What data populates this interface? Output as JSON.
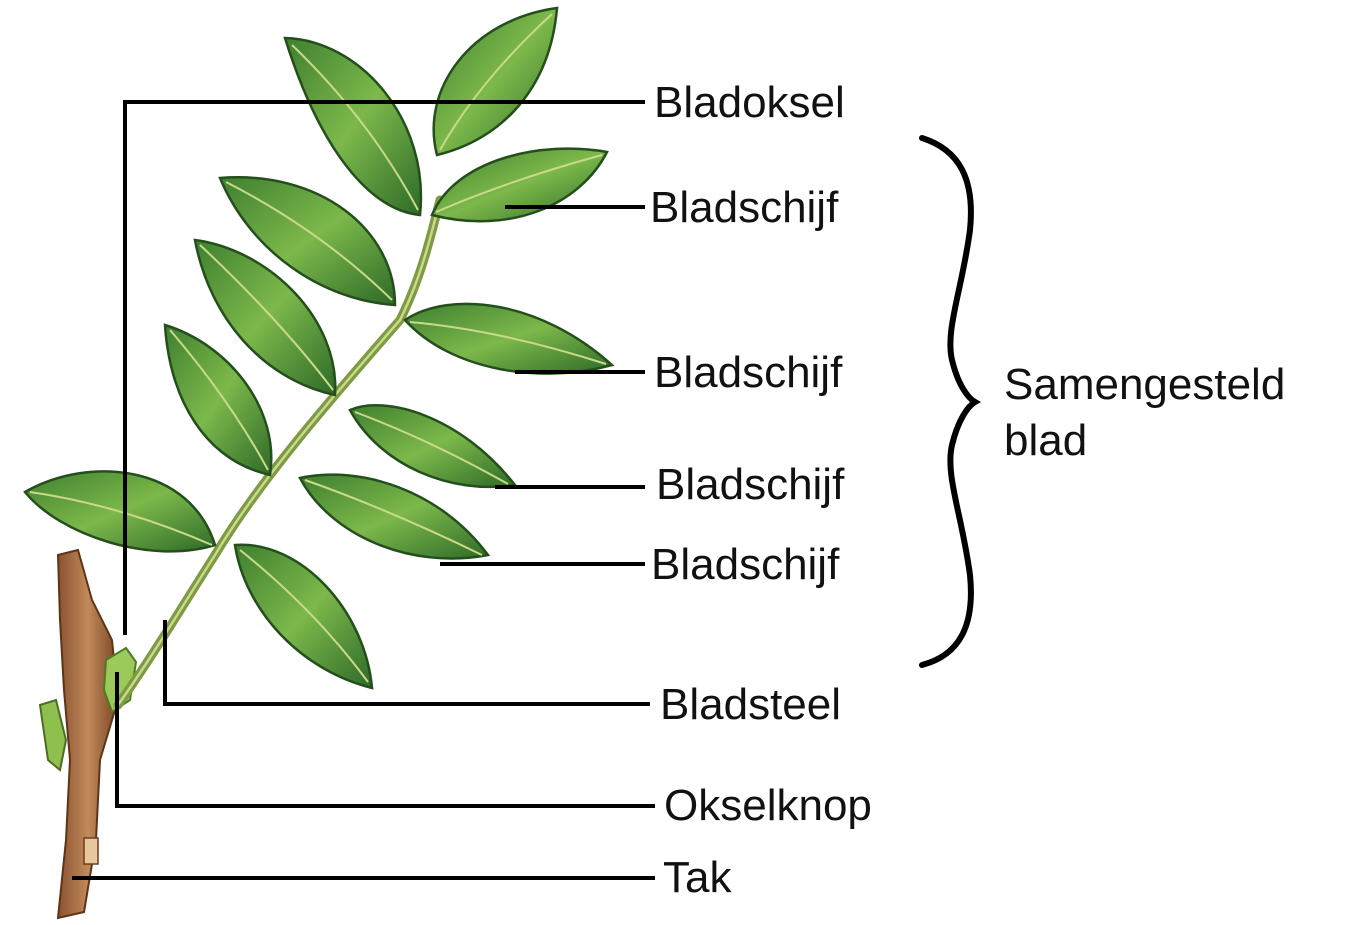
{
  "labels": {
    "bladoksel": "Bladoksel",
    "bladschijf_1": "Bladschijf",
    "bladschijf_2": "Bladschijf",
    "bladschijf_3": "Bladschijf",
    "bladschijf_4": "Bladschijf",
    "bladsteel": "Bladsteel",
    "okselknop": "Okselknop",
    "tak": "Tak"
  },
  "group_label": {
    "line1": "Samengesteld",
    "line2": "blad"
  },
  "colors": {
    "leaf_dark": "#2f6b2a",
    "leaf_light": "#6fae3f",
    "leaf_vein": "#c9d98a",
    "rachis": "#7f9a45",
    "branch": "#a86a3c",
    "branch_dark": "#7a4424",
    "bud": "#8fbf4d",
    "line": "#000000"
  }
}
